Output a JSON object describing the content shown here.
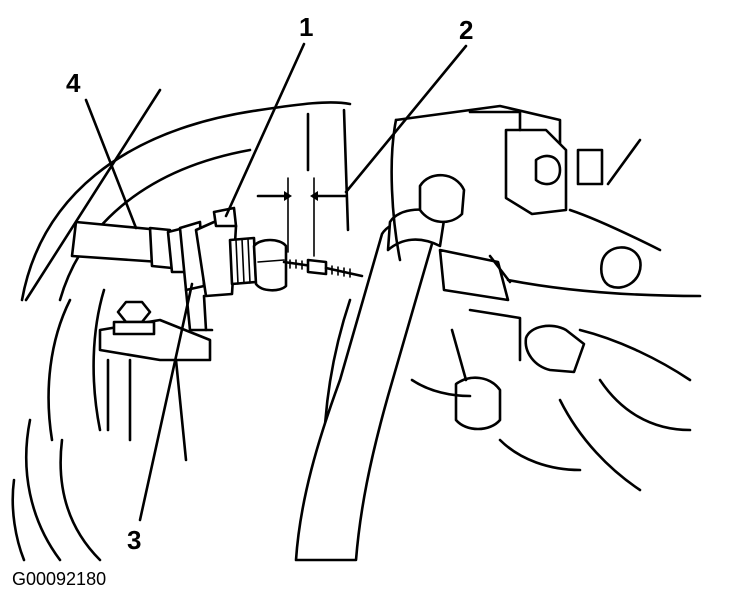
{
  "figure": {
    "id_label": "G00092180"
  },
  "callouts": {
    "one": "1",
    "two": "2",
    "three": "3",
    "four": "4"
  },
  "colors": {
    "ink": "#000000",
    "background": "#ffffff"
  }
}
